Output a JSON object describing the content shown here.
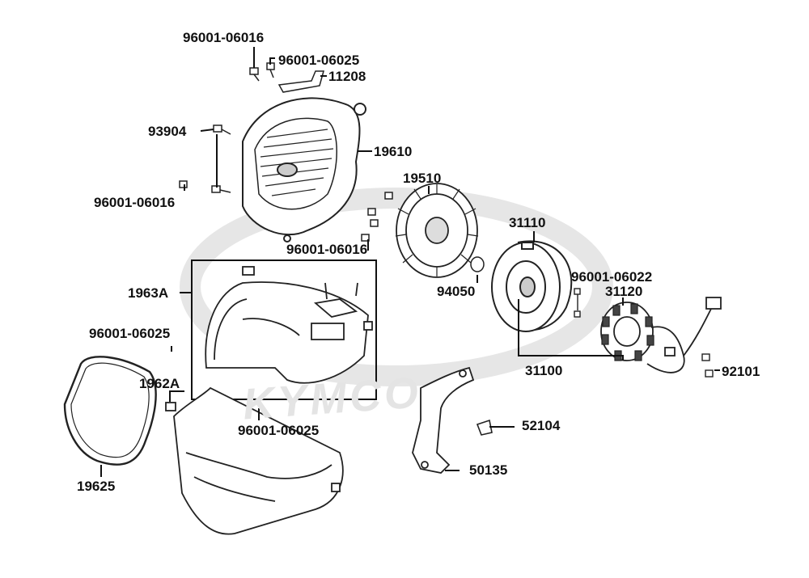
{
  "watermark_text": "KYMCO",
  "labels": {
    "p_96001_06016_top": "96001-06016",
    "p_96001_06025_top": "96001-06025",
    "p_11208": "11208",
    "p_93904": "93904",
    "p_19610": "19610",
    "p_96001_06016_left": "96001-06016",
    "p_19510": "19510",
    "p_96001_06016_mid": "96001-06016",
    "p_31110": "31110",
    "p_94050": "94050",
    "p_96001_06022": "96001-06022",
    "p_31120": "31120",
    "p_1963a": "1963A",
    "p_96001_06025_left": "96001-06025",
    "p_92101": "92101",
    "p_31100": "31100",
    "p_1962a": "1962A",
    "p_96001_06025_bottom": "96001-06025",
    "p_52104": "52104",
    "p_50135": "50135",
    "p_19625": "19625"
  }
}
